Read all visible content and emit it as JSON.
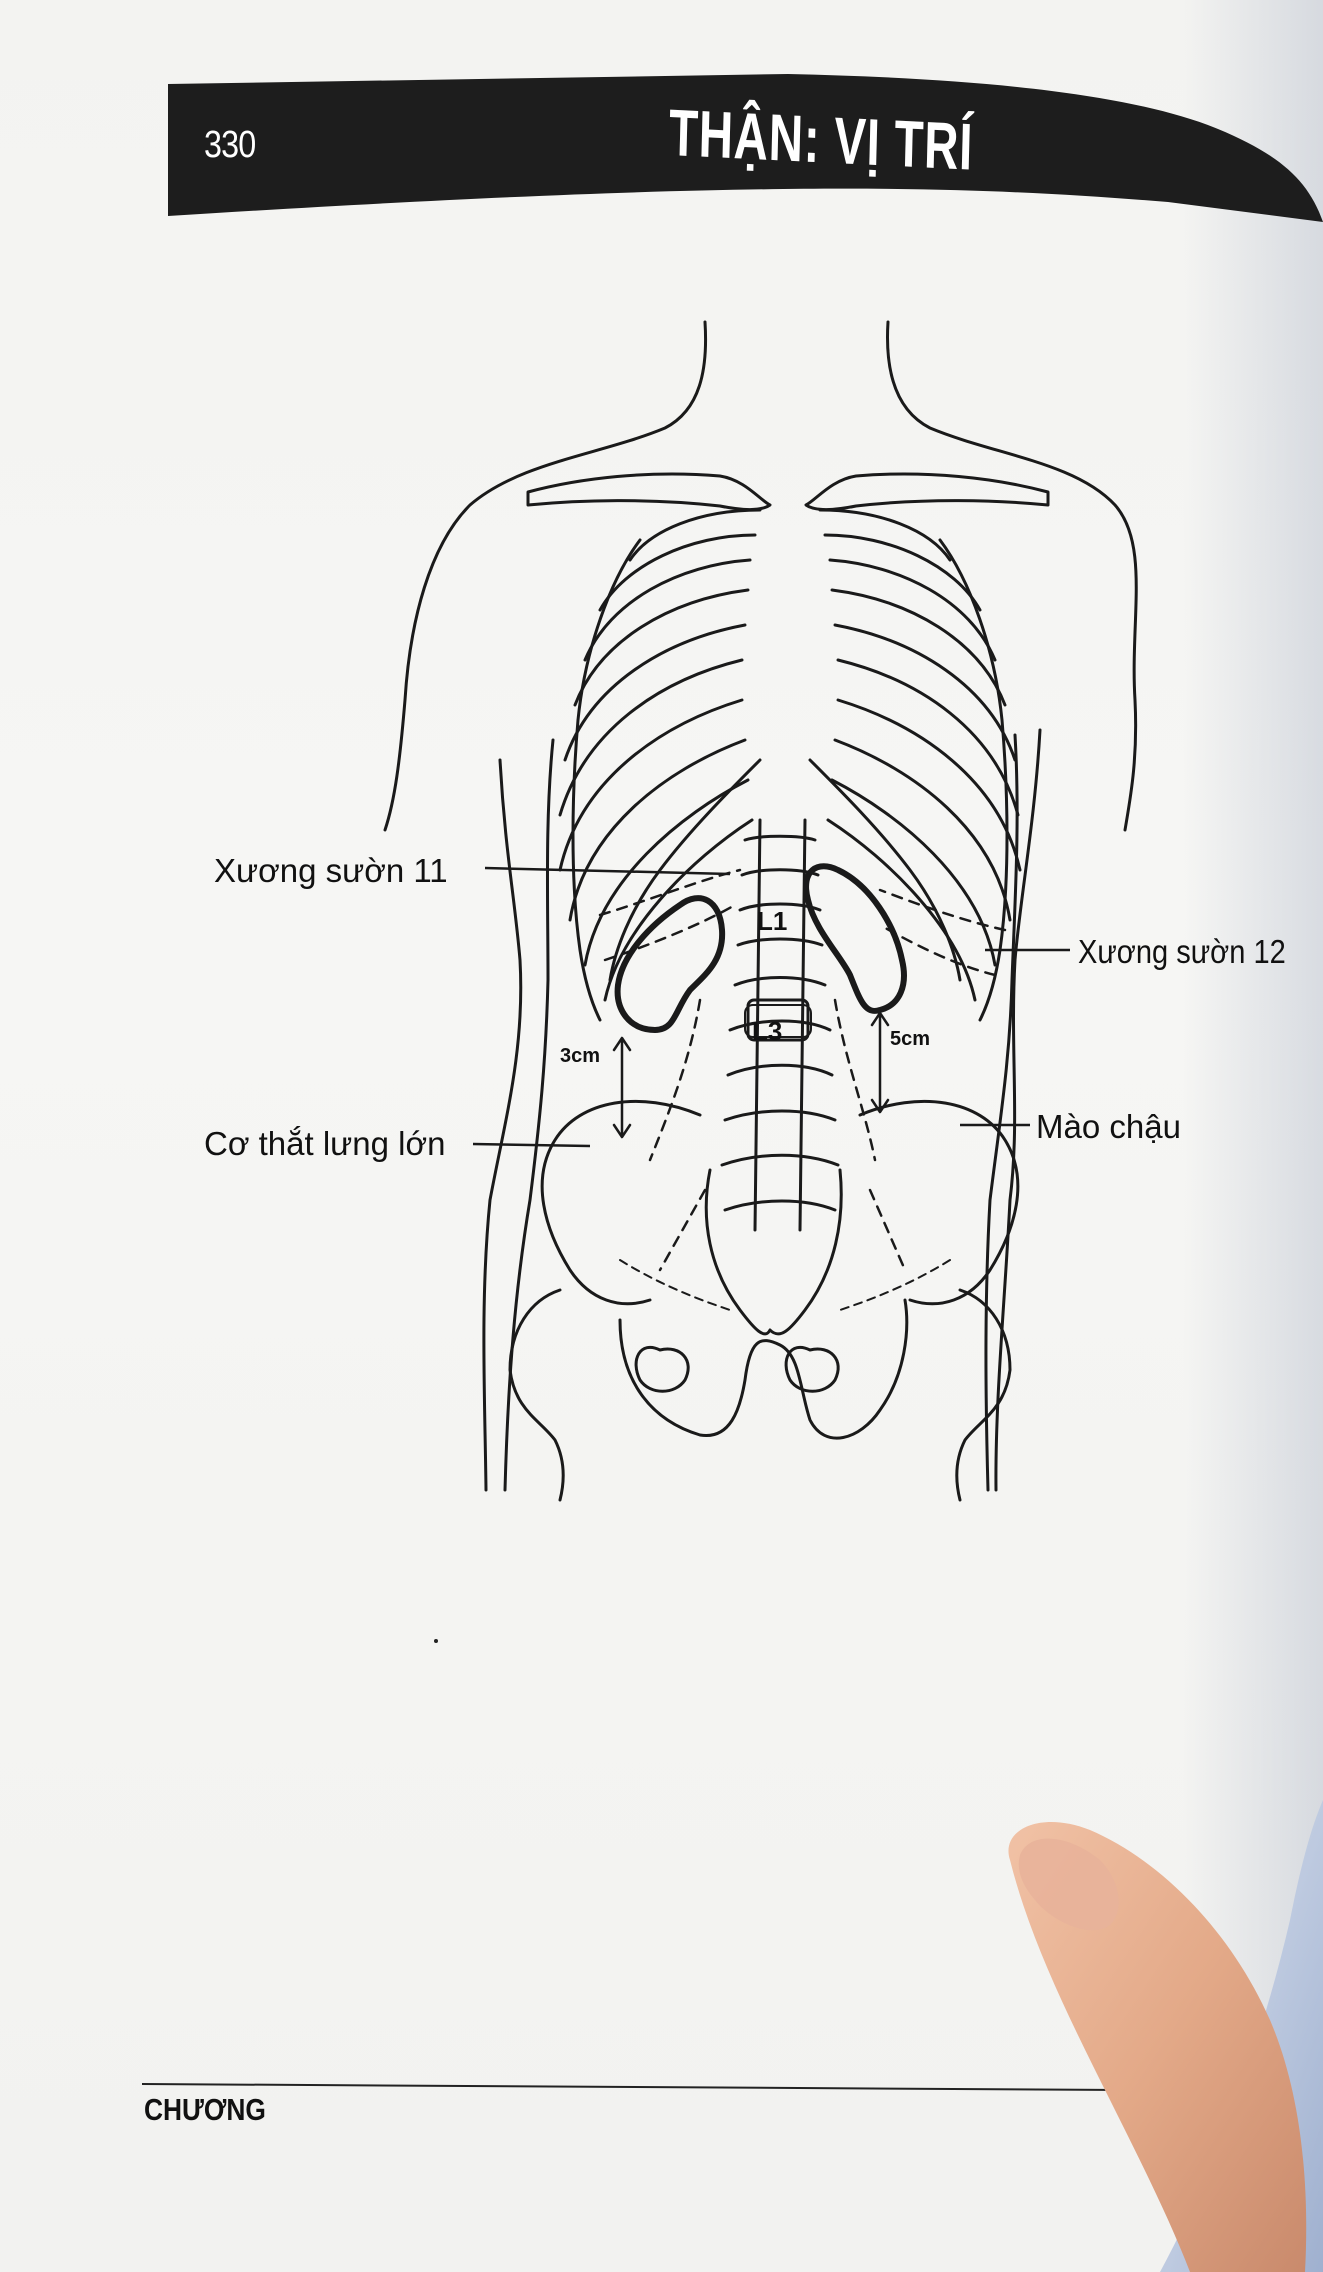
{
  "header": {
    "page_number": "330",
    "title": "THẬN: VỊ TRÍ"
  },
  "figure": {
    "labels": {
      "rib_11": "Xương sườn 11",
      "rib_12": "Xương sườn 12",
      "psoas_major": "Cơ thắt lưng lớn",
      "iliac_crest": "Mào chậu"
    },
    "vertebra_labels": {
      "l1": "L1",
      "l3": "L3"
    },
    "distance_labels": {
      "right": "3cm",
      "left": "5cm"
    }
  },
  "footer": {
    "chapter_label": "CHƯƠNG"
  }
}
